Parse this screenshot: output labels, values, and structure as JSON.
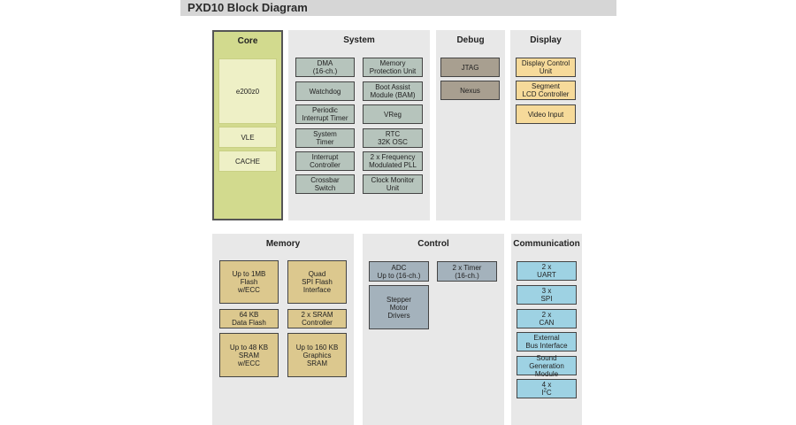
{
  "title": "PXD10 Block Diagram",
  "panels": {
    "core": {
      "title": "Core",
      "items": [
        "e200z0",
        "VLE",
        "CACHE"
      ]
    },
    "system": {
      "title": "System",
      "items": [
        "DMA\n(16-ch.)",
        "Memory\nProtection Unit",
        "Watchdog",
        "Boot Assist\nModule (BAM)",
        "Periodic\nInterrupt Timer",
        "VReg",
        "System\nTimer",
        "RTC\n32K OSC",
        "Interrupt\nController",
        "2 x Frequency\nModulated PLL",
        "Crossbar\nSwitch",
        "Clock Monitor\nUnit"
      ]
    },
    "debug": {
      "title": "Debug",
      "items": [
        "JTAG",
        "Nexus"
      ]
    },
    "display": {
      "title": "Display",
      "items": [
        "Display Control\nUnit",
        "Segment\nLCD Controller",
        "Video Input"
      ]
    },
    "memory": {
      "title": "Memory",
      "items": [
        "Up to 1MB\nFlash\nw/ECC",
        "Quad\nSPI Flash\nInterface",
        "64 KB\nData Flash",
        "2 x SRAM\nController",
        "Up to 48 KB\nSRAM\nw/ECC",
        "Up to 160 KB\nGraphics\nSRAM"
      ]
    },
    "control": {
      "title": "Control",
      "items": [
        "ADC\nUp to (16-ch.)",
        "2 x Timer\n(16-ch.)",
        "Stepper\nMotor\nDrivers"
      ]
    },
    "communication": {
      "title": "Communication",
      "items": [
        "2 x\nUART",
        "3 x\nSPI",
        "2 x\nCAN",
        "External\nBus Interface",
        "Sound\nGeneration Module"
      ],
      "i2c_prefix": "4 x",
      "i2c_label": "I",
      "i2c_sup": "2",
      "i2c_suffix": "C"
    }
  },
  "colors": {
    "core_fill": "#d2da8e",
    "system_block": "#b6c4bc",
    "debug_block": "#a89f90",
    "display_block": "#f6da9a",
    "memory_block": "#dcc88e",
    "control_block": "#a4b2bc",
    "communication_block": "#9ed2e3"
  }
}
